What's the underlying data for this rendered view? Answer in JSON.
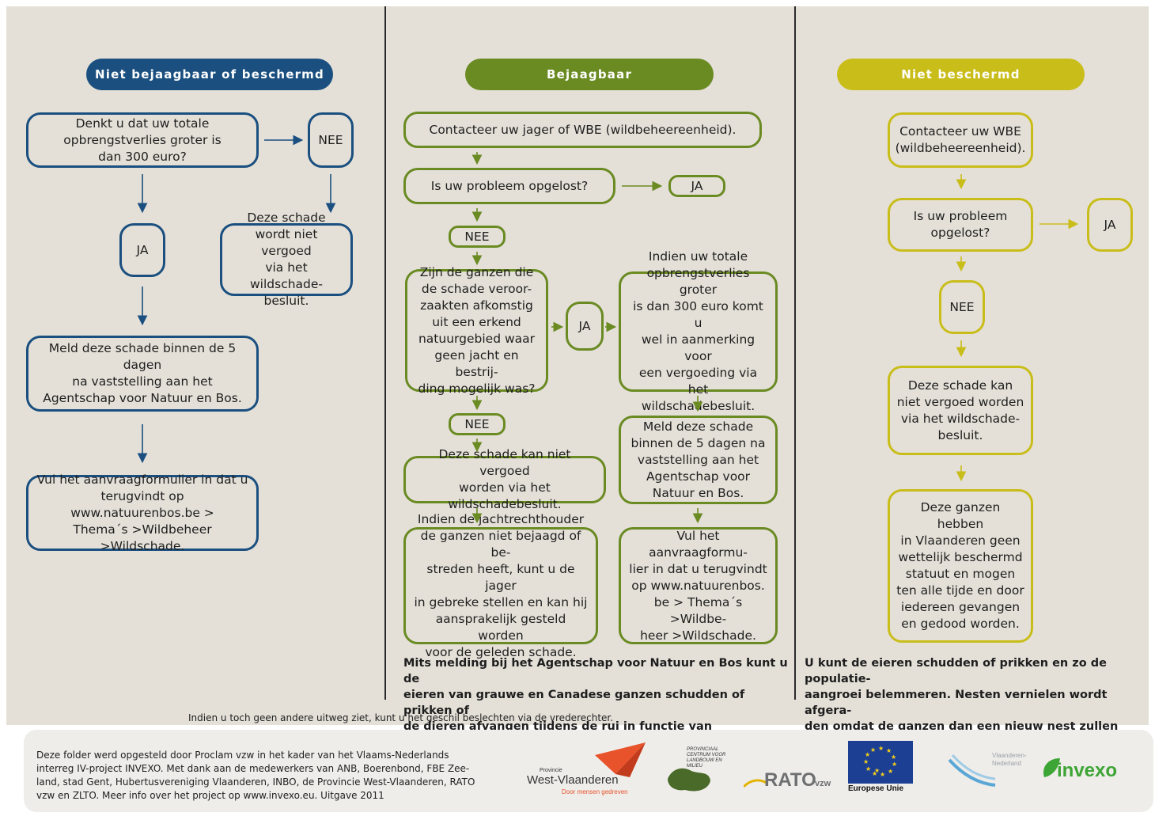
{
  "columns": {
    "left": {
      "header": "Niet bejaagbaar of beschermd",
      "q1": "Denkt u dat uw totale\nopbrengstverlies groter is\ndan 300 euro?",
      "nee": "NEE",
      "ja": "JA",
      "no_compensation": "Deze schade\nwordt niet vergoed\nvia het wildschade-\nbesluit.",
      "report": "Meld deze schade binnen de 5 dagen\nna vaststelling aan het\nAgentschap voor Natuur en Bos.",
      "form": "Vul het aanvraagformulier in dat u\nterugvindt op www.natuurenbos.be >\nThema´s >Wildbeheer >Wildschade."
    },
    "middle": {
      "header": "Bejaagbaar",
      "contact": "Contacteer uw jager of WBE (wildbeheereenheid).",
      "q_solved": "Is uw probleem opgelost?",
      "ja1": "JA",
      "nee1": "NEE",
      "q_geese": "Zijn de ganzen die\nde schade veroor-\nzaakten afkomstig\nuit een erkend\nnatuurgebied waar\ngeen jacht en bestrij-\nding mogelijk was?",
      "ja2": "JA",
      "eligible": "Indien uw  totale\nopbrengstverlies groter\nis dan 300 euro komt u\nwel in aanmerking voor\neen vergoeding via het\nwildschadebesluit.",
      "nee2": "NEE",
      "not_compensated": "Deze schade kan niet vergoed\nworden via het wildschadebesluit.",
      "report": "Meld deze schade\nbinnen de 5 dagen na\nvaststelling aan het\nAgentschap voor\nNatuur en Bos.",
      "liability": "Indien de jachtrechthouder\nde ganzen niet bejaagd of be-\nstreden heeft, kunt u de jager\nin gebreke stellen en kan hij\naansprakelijk gesteld worden\nvoor de geleden schade.",
      "form": "Vul het aanvraagformu-\nlier in dat u terugvindt\nop www.natuurenbos.\nbe > Thema´s >Wildbe-\nheer >Wildschade.",
      "note": "Mits melding bij het Agentschap voor Natuur en Bos kunt u de\neieren van grauwe en Canadese ganzen schudden of prikken of\nde dieren afvangen tijdens de rui in functie van natuurbeheer."
    },
    "right": {
      "header": "Niet beschermd",
      "contact": "Contacteer uw WBE\n(wildbeheereenheid).",
      "q_solved": "Is uw probleem\nopgelost?",
      "ja": "JA",
      "nee": "NEE",
      "not_compensated": "Deze schade kan\nniet vergoed worden\nvia het wildschade-\nbesluit.",
      "status": "Deze ganzen hebben\nin Vlaanderen geen\nwettelijk beschermd\nstatuut en mogen\nten alle tijde en door\niedereen gevangen\nen gedood worden.",
      "note": "U kunt de eieren schudden of prikken en zo de populatie-\naangroei belemmeren. Nesten vernielen wordt afgera-\nden omdat de ganzen dan een nieuw nest zullen maken."
    }
  },
  "footer_note": "Indien u toch geen andere uitweg ziet, kunt u het geschil beslechten via de vrederechter.",
  "credits": "Deze folder werd opgesteld door Proclam vzw in het kader van het Vlaams-Nederlands\ninterreg IV-project INVEXO. Met dank aan de medewerkers van ANB, Boerenbond, FBE Zee-\nland, stad Gent, Hubertusvereniging Vlaanderen, INBO, de Provincie West-Vlaanderen, RATO\nvzw en ZLTO. Meer info over het project op www.invexo.eu. Uitgave 2011",
  "logos": {
    "province_small": "Provincie",
    "province": "West-Vlaanderen",
    "province_tagline": "Door mensen gedreven",
    "pcla": "PROVINCIAAL\nCENTRUM VOOR\nLANDBOUW EN\nMILIEU",
    "rato": "RATO",
    "rato_suffix": "vzw",
    "eu": "Europese Unie",
    "grensregio": "Vlaanderen-\nNederland",
    "invexo": "invexo"
  },
  "colors": {
    "blue": "#1a4f7f",
    "green": "#6a8a22",
    "yellow": "#c9bd1a",
    "panel": "#e4e0d8"
  }
}
